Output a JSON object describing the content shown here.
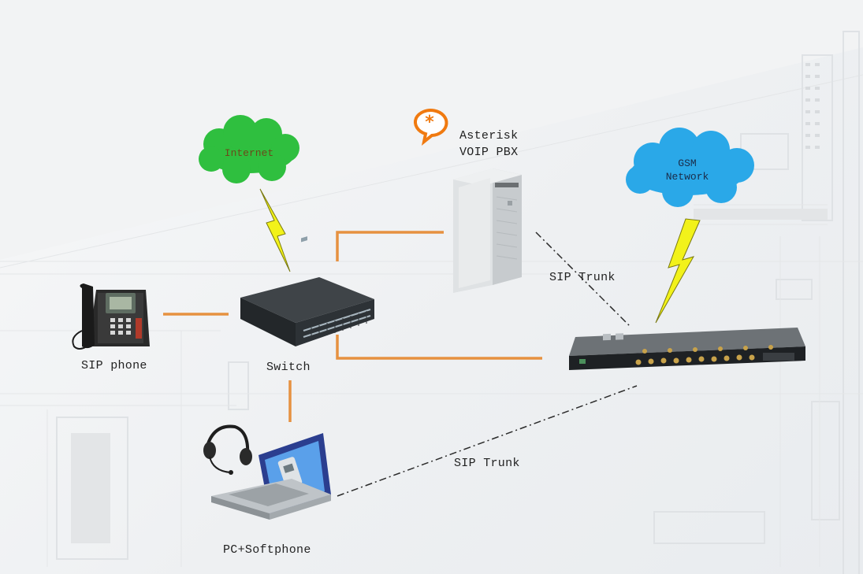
{
  "nodes": {
    "sip_phone": "SIP phone",
    "switch": "Switch",
    "softphone": "PC+Softphone",
    "pbx_line1": "Asterisk",
    "pbx_line2": "VOIP PBX",
    "internet": "Internet",
    "gsm_line1": "GSM",
    "gsm_line2": "Network"
  },
  "links": {
    "trunk_pbx_gateway": "SIP Trunk",
    "trunk_pc_gateway": "SIP Trunk"
  },
  "colors": {
    "ethernet_link": "#e69140",
    "internet_cloud": "#2fbf3f",
    "internet_text": "#6b4a1a",
    "gsm_cloud": "#2aa8e8",
    "gsm_text": "#1a2c4a",
    "lightning": "#f2f21a",
    "asterisk_logo": "#f07a10"
  },
  "icons": [
    "desk-phone-icon",
    "network-switch-icon",
    "server-tower-icon",
    "gsm-gateway-icon",
    "laptop-icon",
    "headset-icon",
    "asterisk-logo-icon",
    "cloud-icon",
    "lightning-icon"
  ]
}
